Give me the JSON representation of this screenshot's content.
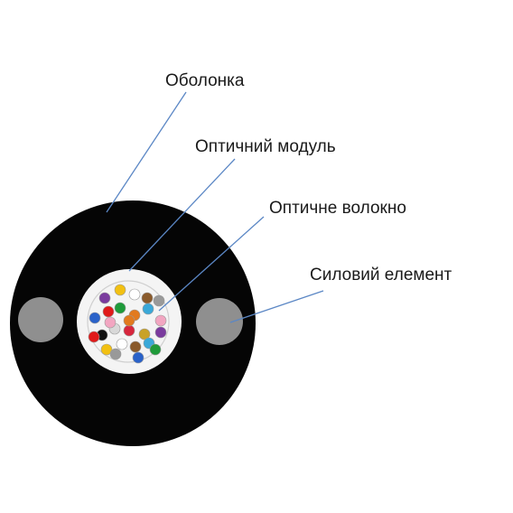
{
  "labels": {
    "sheath": "Оболонка",
    "optical_module": "Оптичний модуль",
    "optical_fiber": "Оптичне волокно",
    "strength_member": "Силовий елемент"
  },
  "colors": {
    "sheath": "#050505",
    "module_fill": "#f4f4f4",
    "strength_member": "#8f8f8f",
    "leader_line": "#5b87c5",
    "fibers": [
      "#7a3b9e",
      "#f2c012",
      "#ffffff",
      "#8a5a2b",
      "#3aa8d8",
      "#999999",
      "#2a62c9",
      "#e01a1a",
      "#1f9b3a",
      "#e27a1e",
      "#f2a6c1",
      "#111111",
      "#d8d8d8",
      "#d7263d",
      "#c9a227"
    ]
  }
}
